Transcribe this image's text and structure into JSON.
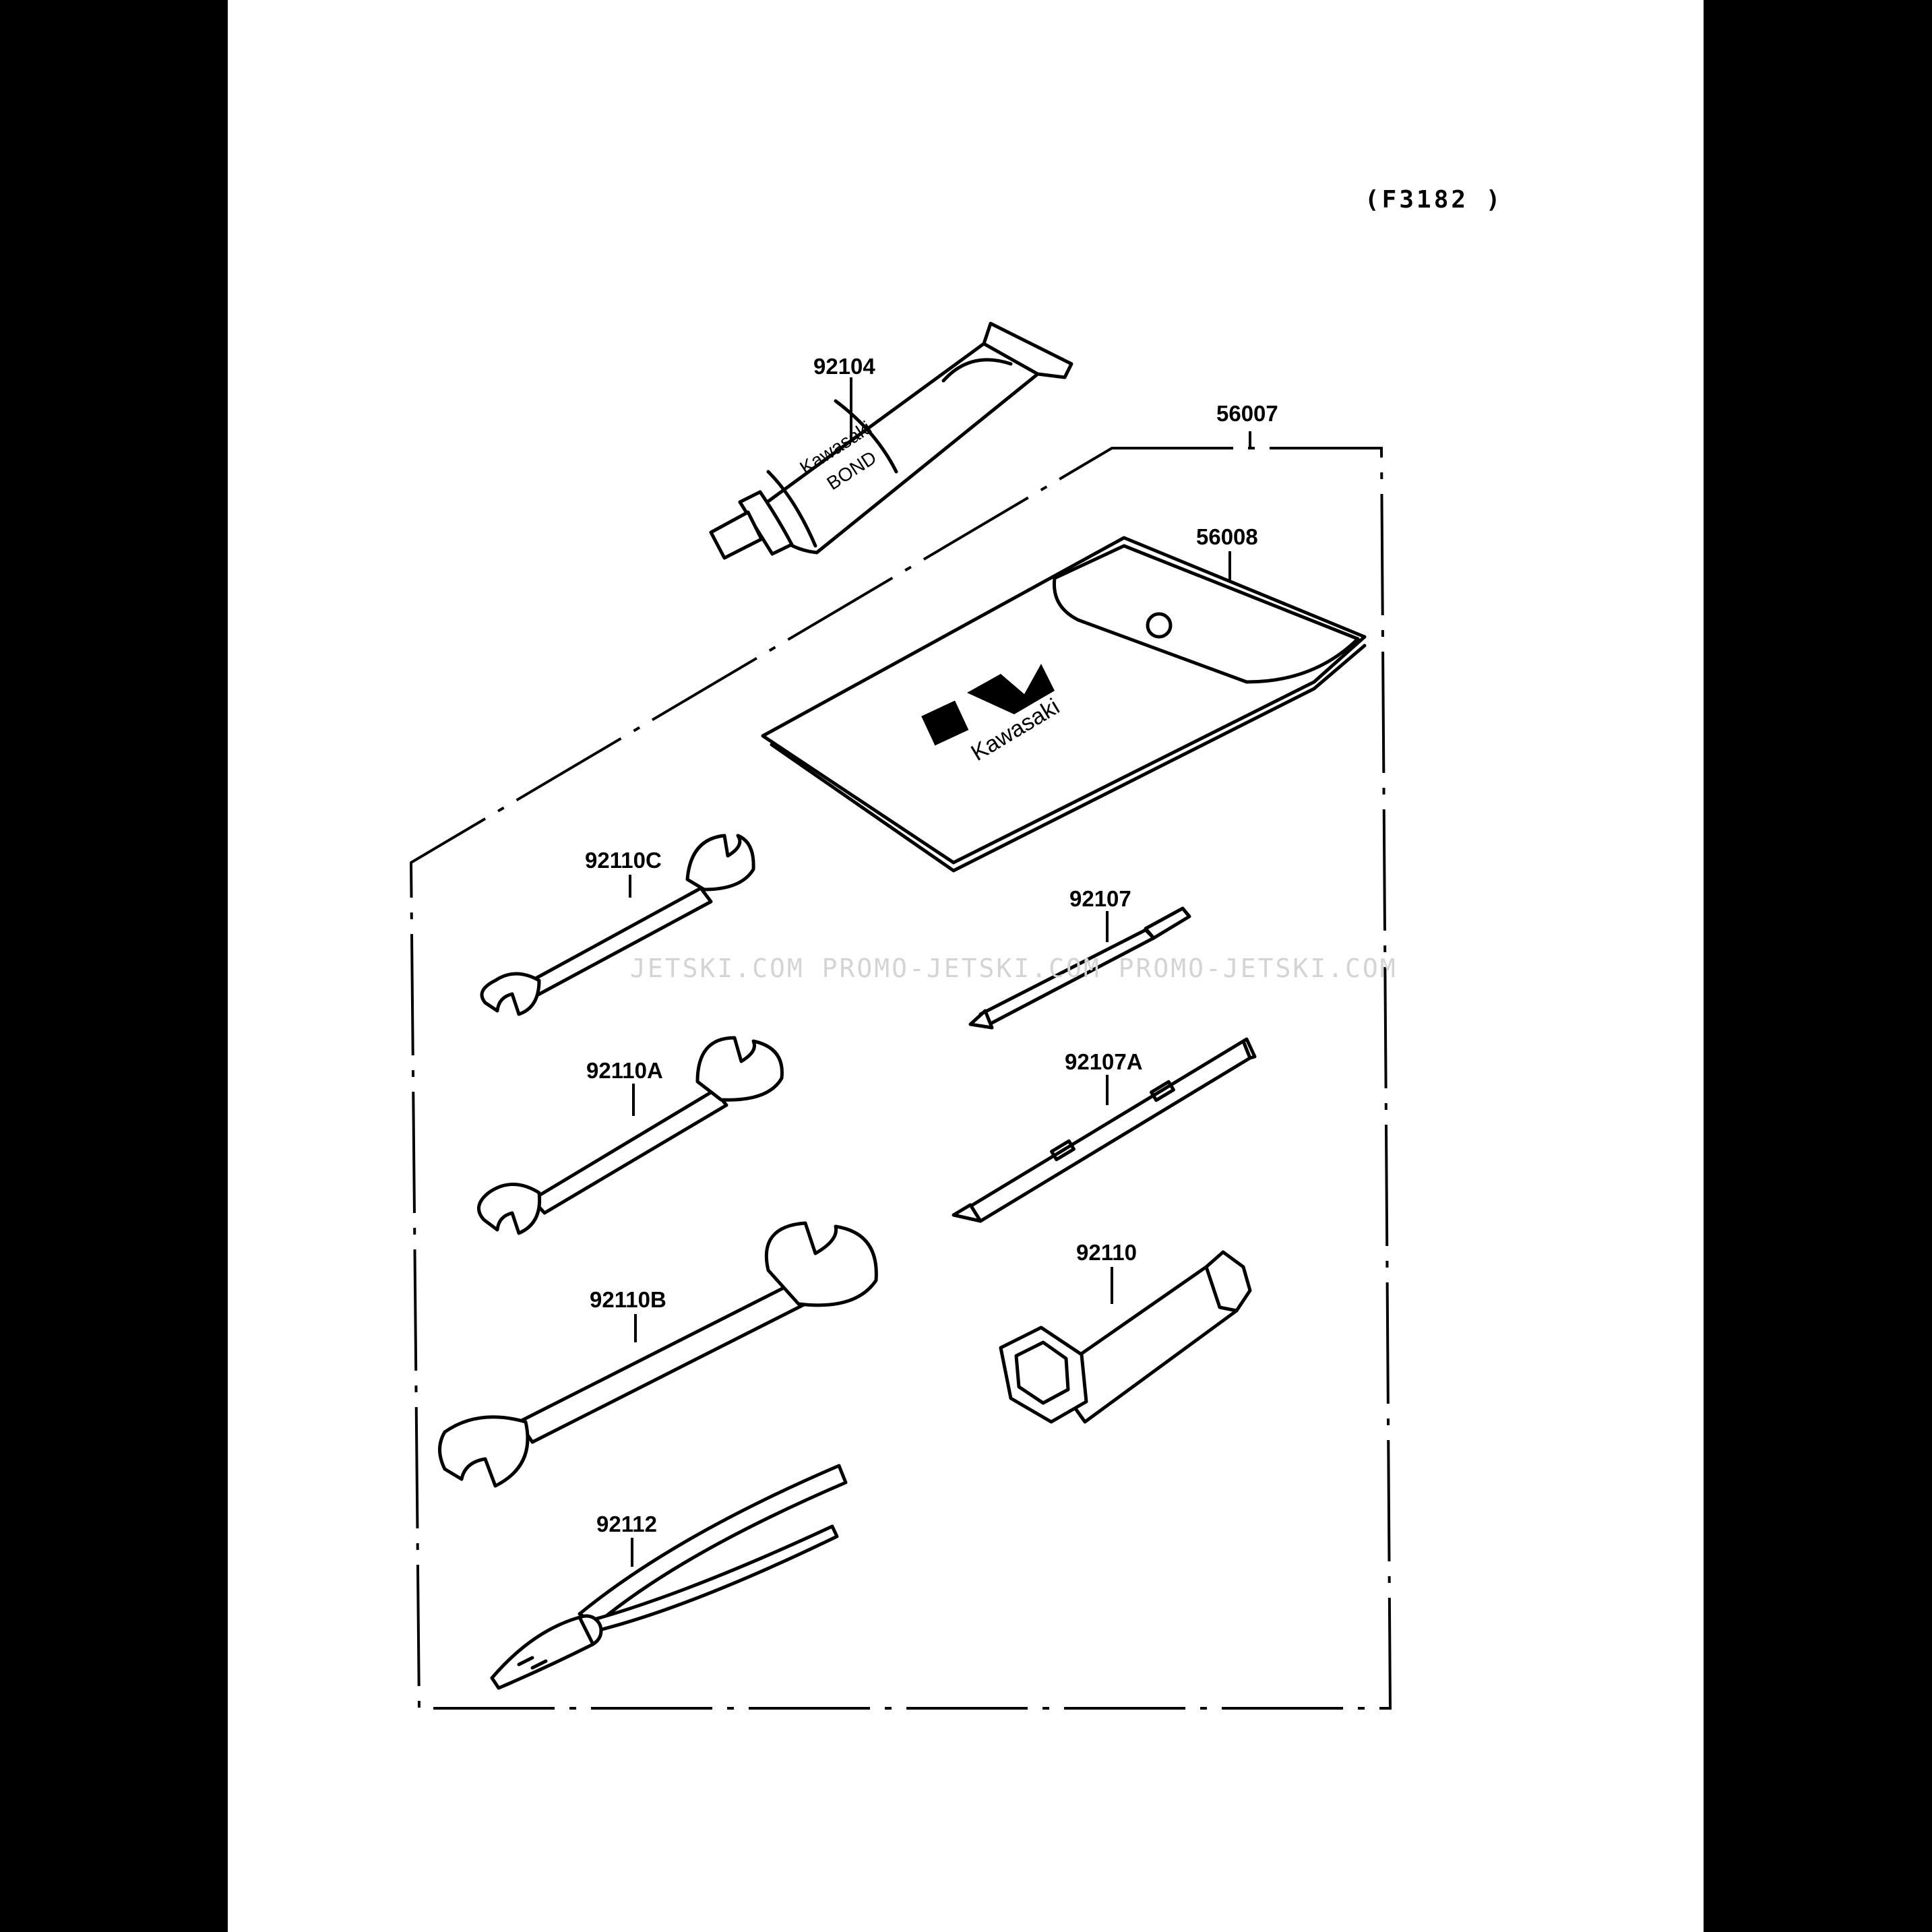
{
  "diagram_code": "(F3182 )",
  "watermark": "JETSKI.COM   PROMO-JETSKI.COM   PROMO-JETSKI.COM",
  "parts": {
    "kit": "56007",
    "pouch": "56008",
    "bond": "92104",
    "wrench_c": "92110C",
    "wrench_a": "92110A",
    "wrench_b": "92110B",
    "pliers": "92112",
    "screwdriver": "92107",
    "screwdriver_a": "92107A",
    "socket_wrench": "92110"
  },
  "printed": {
    "tube_brand": "Kawasaki",
    "tube_product": "BOND",
    "pouch_brand": "Kawasaki"
  }
}
